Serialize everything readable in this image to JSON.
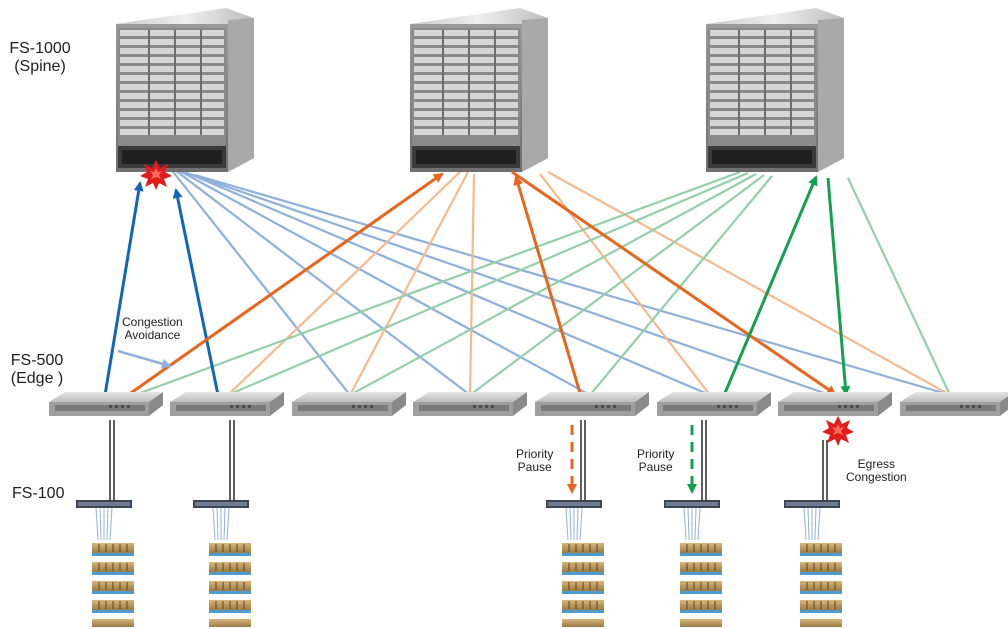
{
  "labels": {
    "spine_tier": "FS-1000",
    "spine_role": "(Spine)",
    "edge_tier": "FS-500",
    "edge_role": "(Edge )",
    "access_tier": "FS-100",
    "avoid_line1": "Congestion",
    "avoid_line2": "Avoidance",
    "pause1_line1": "Priority",
    "pause1_line2": "Pause",
    "pause2_line1": "Priority",
    "pause2_line2": "Pause",
    "egress_line1": "Egress",
    "egress_line2": "Congestion"
  },
  "colors": {
    "blue_link": "#8fb0dc",
    "orange_link": "#f6b98e",
    "green_link": "#94cfaa",
    "blue_flow": "#1166b5",
    "orange_flow": "#e8651d",
    "green_flow": "#15a050",
    "congestion_burst": "#e11c1c"
  },
  "icons": {
    "spine": "chassis-switch-icon",
    "edge": "rack-switch-icon",
    "access": "access-switch-icon",
    "server": "server-rack-icon",
    "alert": "congestion-burst-icon"
  }
}
